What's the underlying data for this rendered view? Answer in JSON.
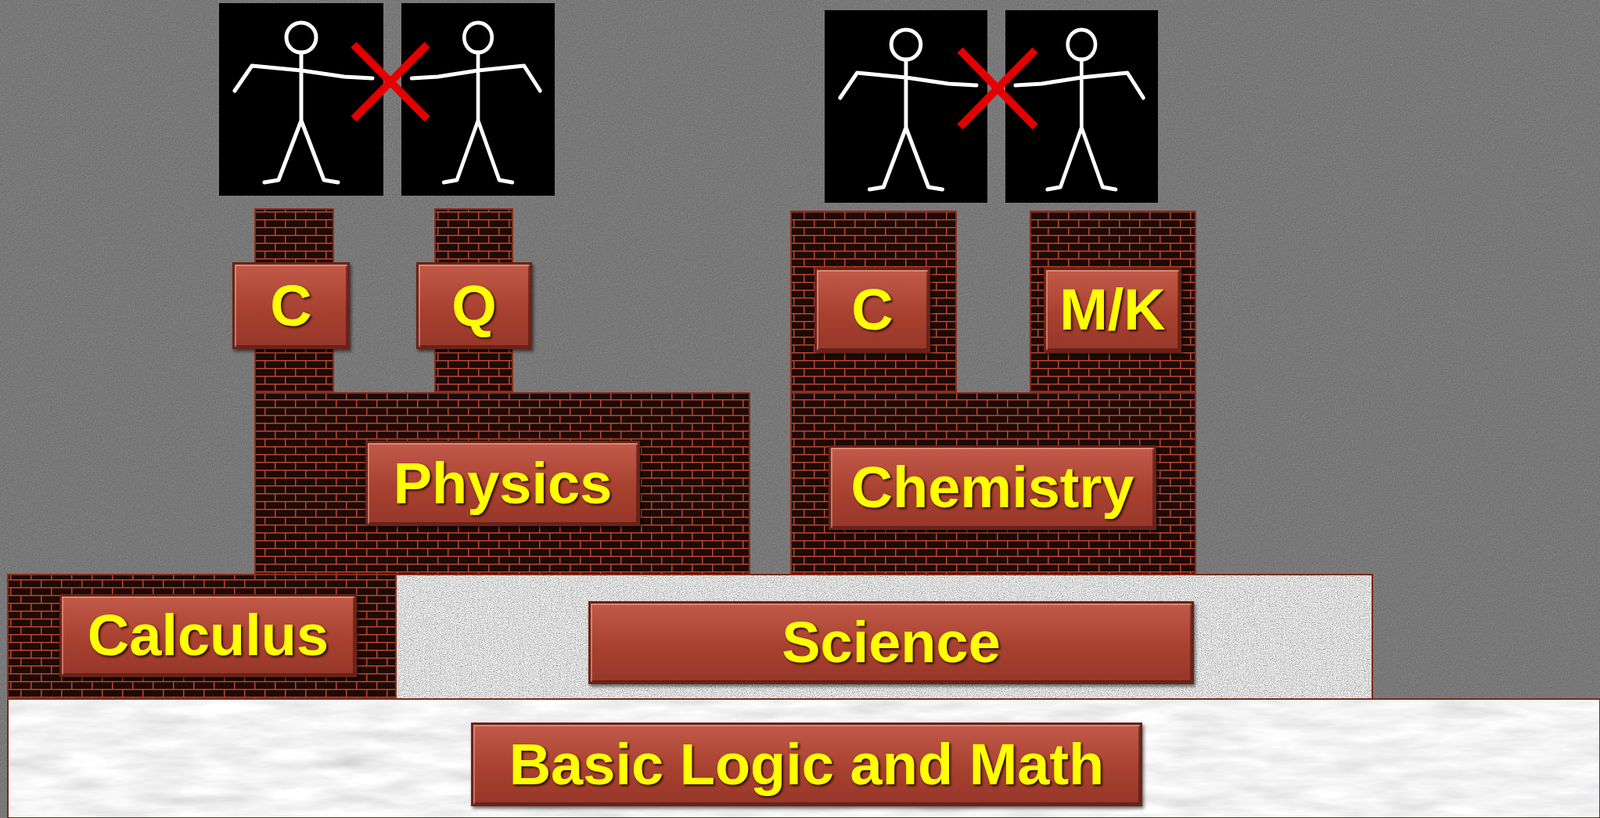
{
  "diagram": {
    "nodes": [
      {
        "text": [
          "C"
        ]
      },
      {
        "text": [
          "Q"
        ]
      },
      {
        "text": [
          "C"
        ]
      },
      {
        "text": [
          "M/K"
        ]
      },
      {
        "text": [
          "Physics"
        ]
      },
      {
        "text": [
          "Chemistry"
        ]
      },
      {
        "text": [
          "Calculus"
        ]
      },
      {
        "text": [
          "Science"
        ]
      },
      {
        "text": [
          "Basic Logic and Math"
        ]
      }
    ]
  }
}
